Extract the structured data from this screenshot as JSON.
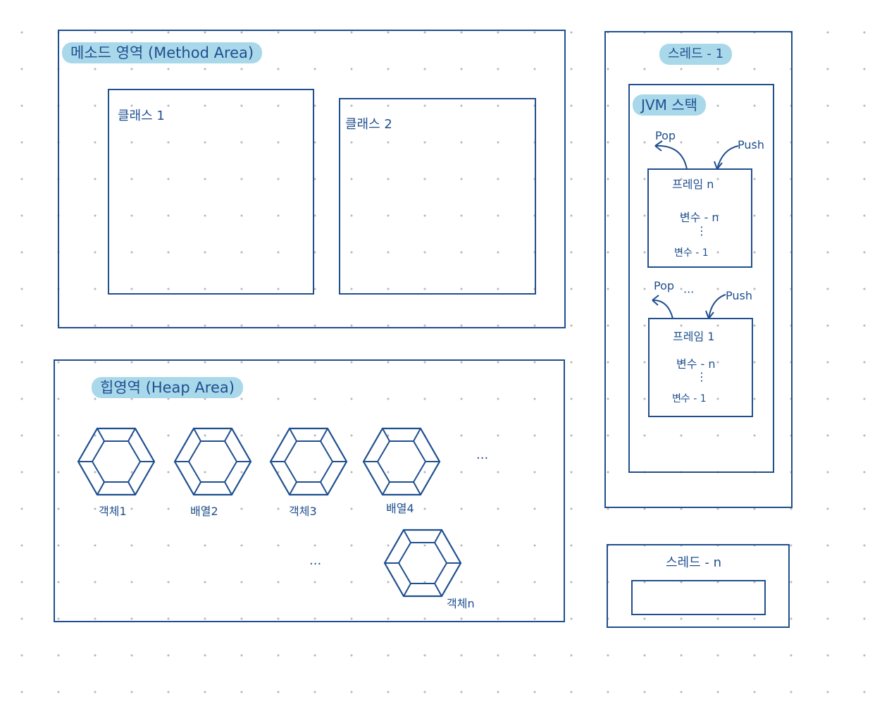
{
  "method_area": {
    "title": "메소드 영역 (Method Area)",
    "class_1": "클래스 1",
    "class_2": "클래스 2"
  },
  "heap_area": {
    "title": "힙영역 (Heap Area)",
    "objects": [
      "객체1",
      "배열2",
      "객체3",
      "배열4"
    ],
    "ellipsis_row": "···",
    "ellipsis_lower": "···",
    "object_n": "객체n"
  },
  "thread_1": {
    "title": "스레드 - 1",
    "stack_title": "JVM 스택",
    "frame_top": {
      "name": "프레임 n",
      "var_top": "변수 - n",
      "ellipsis": "⋮",
      "var_bottom": "변수 - 1",
      "pop": "Pop",
      "push": "Push"
    },
    "between_ellipsis": "···",
    "frame_bottom": {
      "name": "프레임 1",
      "var_top": "변수 - n",
      "ellipsis": "⋮",
      "var_bottom": "변수 - 1",
      "pop": "Pop",
      "push": "Push"
    }
  },
  "thread_n": {
    "title": "스레드 - n"
  },
  "colors": {
    "stroke": "#1f4f8f",
    "highlight": "#a9d8ea",
    "grid_dot": "#b9b9b9"
  }
}
